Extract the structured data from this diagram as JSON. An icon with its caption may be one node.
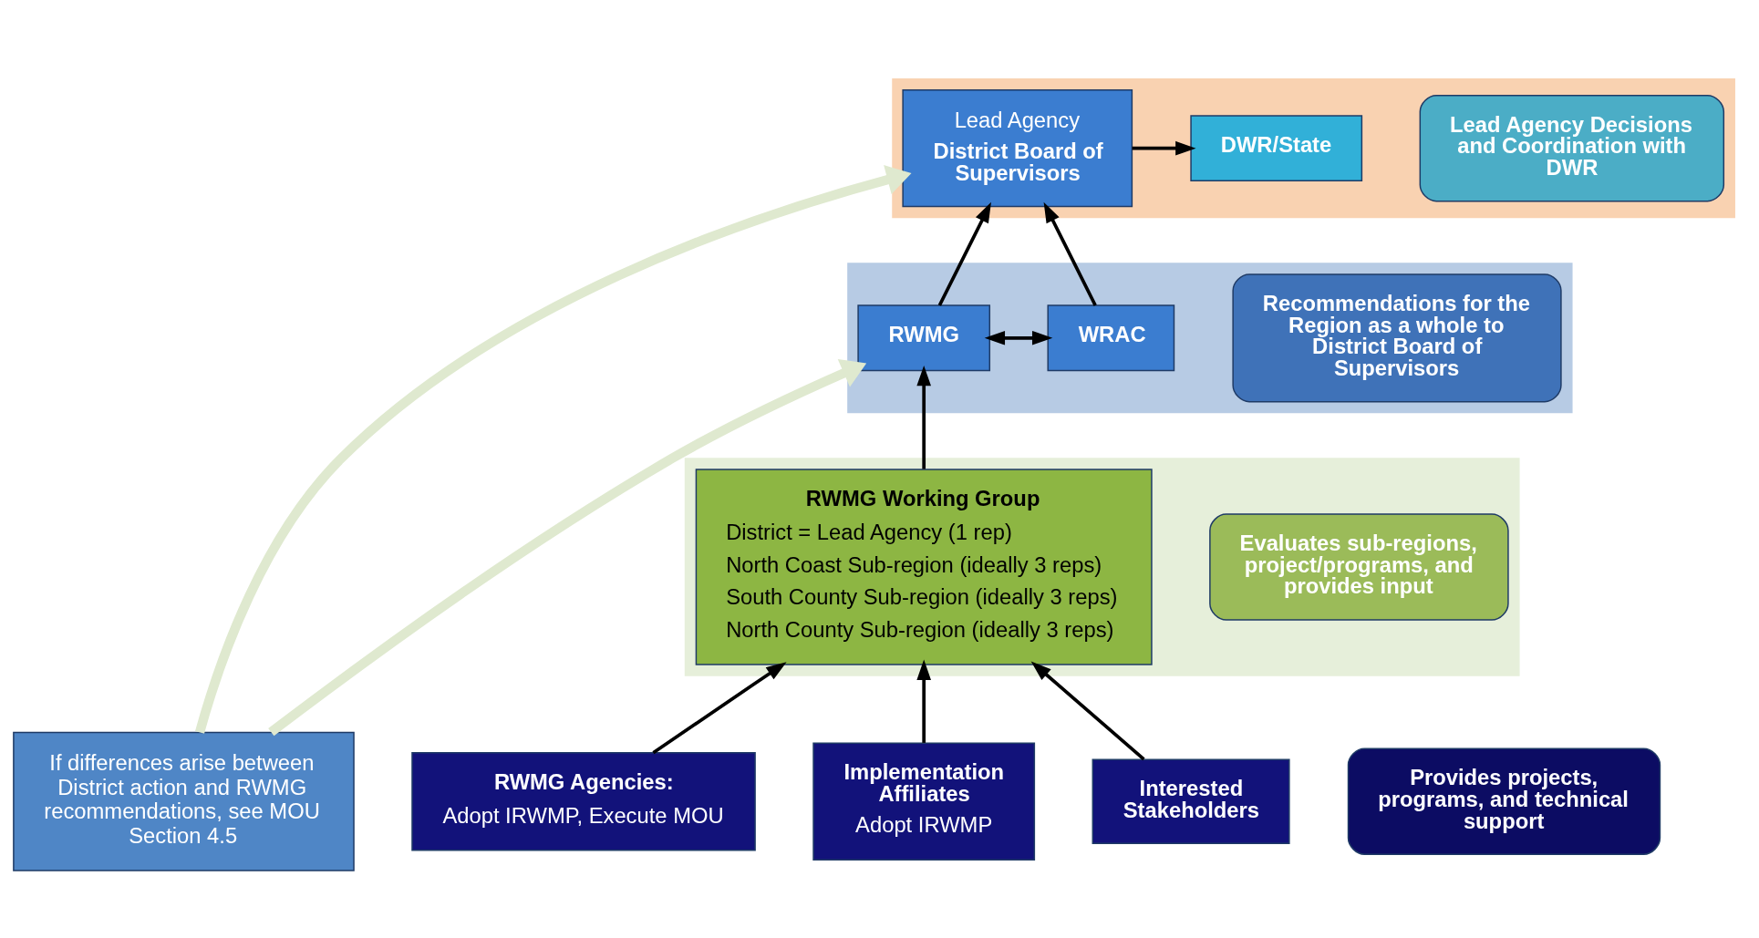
{
  "diagram": {
    "nodes": [
      {
        "text": [],
        "shape": "box"
      },
      {
        "text": [
          "Lead Agency Decisions and Coordination with DWR"
        ],
        "in": 0
      },
      {
        "text": [
          "Lead Agency",
          "District Board of Supervisors"
        ],
        "in": 0
      },
      {
        "text": [
          "DWR/State"
        ],
        "in": 0
      },
      {
        "text": [],
        "shape": "box"
      },
      {
        "text": [
          "Recommendations for the Region as a whole to District Board of Supervisors"
        ],
        "in": 4
      },
      {
        "text": [
          "RWMG"
        ],
        "in": 4
      },
      {
        "text": [
          "WRAC"
        ],
        "in": 4
      },
      {
        "text": [
          "If differences arise between District action and RWMG recommendations, see MOU Section 4.5"
        ]
      },
      {
        "text": [],
        "shape": "box"
      },
      {
        "text": [
          "Evaluates sub-regions, project/programs, and provides input"
        ],
        "in": 9
      },
      {
        "text": [
          "RWMG Working Group",
          "District = Lead Agency (1 rep)",
          "North Coast Sub-region (ideally 3 reps)",
          "South County Sub-region (ideally 3 reps)",
          "North County Sub-region (ideally 3 reps)"
        ],
        "in": 9
      },
      {
        "text": [
          "Provides projects, programs, and technical support"
        ]
      },
      {
        "text": [
          "RWMG Agencies:",
          "Adopt IRWMP, Execute MOU"
        ]
      },
      {
        "text": [
          "Implementation Affiliates",
          "Adopt IRWMP"
        ]
      },
      {
        "text": [
          "Interested Stakeholders"
        ]
      }
    ],
    "edges": [
      {
        "from": 2,
        "to": 3,
        "arrow": "to"
      },
      {
        "from": 6,
        "to": 2,
        "arrow": "to"
      },
      {
        "from": 7,
        "to": 2,
        "arrow": "to"
      },
      {
        "from": 6,
        "to": 7,
        "arrow": "both"
      },
      {
        "from": 8,
        "to": 2,
        "arrow": "to",
        "style": "thick",
        "color": "#dfe9cf"
      },
      {
        "from": 8,
        "to": 6,
        "arrow": "to",
        "style": "thick",
        "color": "#dfe9cf"
      },
      {
        "from": 11,
        "to": 6,
        "arrow": "to"
      },
      {
        "from": 13,
        "to": 11,
        "arrow": "to"
      },
      {
        "from": 14,
        "to": 11,
        "arrow": "to"
      },
      {
        "from": 15,
        "to": 11,
        "arrow": "to"
      }
    ]
  }
}
